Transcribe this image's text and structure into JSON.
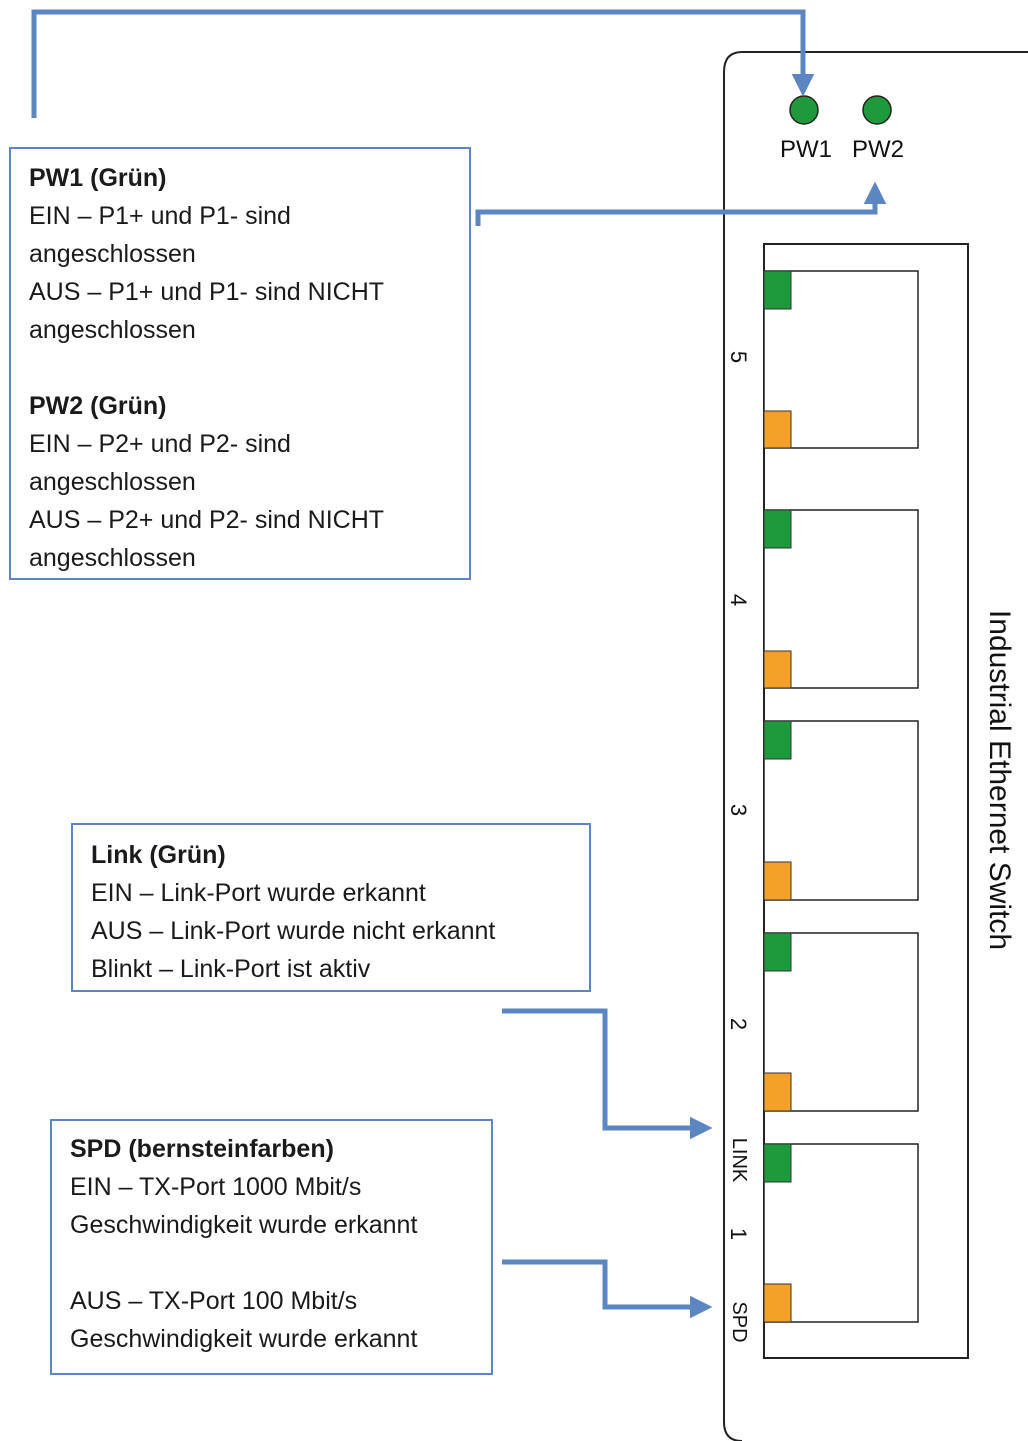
{
  "colors": {
    "arrow": "#5b86c2",
    "led_green": "#1e9a3c",
    "led_amber": "#f4a12a",
    "box_border": "#5b86c2",
    "switch_outline": "#222222"
  },
  "device": {
    "title": "Industrial Ethernet Switch",
    "power_leds": [
      "PW1",
      "PW2"
    ],
    "ports": [
      "5",
      "4",
      "3",
      "2",
      "1"
    ],
    "led_labels": {
      "link": "LINK",
      "speed": "SPD"
    }
  },
  "callouts": {
    "power": {
      "pw1_title": "PW1 (Grün)",
      "pw1_lines": [
        "EIN – P1+ und P1- sind",
        "angeschlossen",
        "AUS – P1+ und P1- sind NICHT",
        "angeschlossen"
      ],
      "pw2_title": "PW2 (Grün)",
      "pw2_lines": [
        "EIN – P2+ und P2- sind",
        "angeschlossen",
        "AUS – P2+ und P2- sind NICHT",
        "angeschlossen"
      ]
    },
    "link": {
      "title": "Link (Grün)",
      "lines": [
        "EIN – Link-Port wurde erkannt",
        "AUS – Link-Port wurde nicht erkannt",
        "Blinkt – Link-Port ist aktiv"
      ]
    },
    "spd": {
      "title": "SPD (bernsteinfarben)",
      "lines_on": [
        "EIN – TX-Port 1000 Mbit/s",
        "Geschwindigkeit wurde erkannt"
      ],
      "lines_off": [
        "AUS – TX-Port 100 Mbit/s",
        "Geschwindigkeit wurde erkannt"
      ]
    }
  }
}
